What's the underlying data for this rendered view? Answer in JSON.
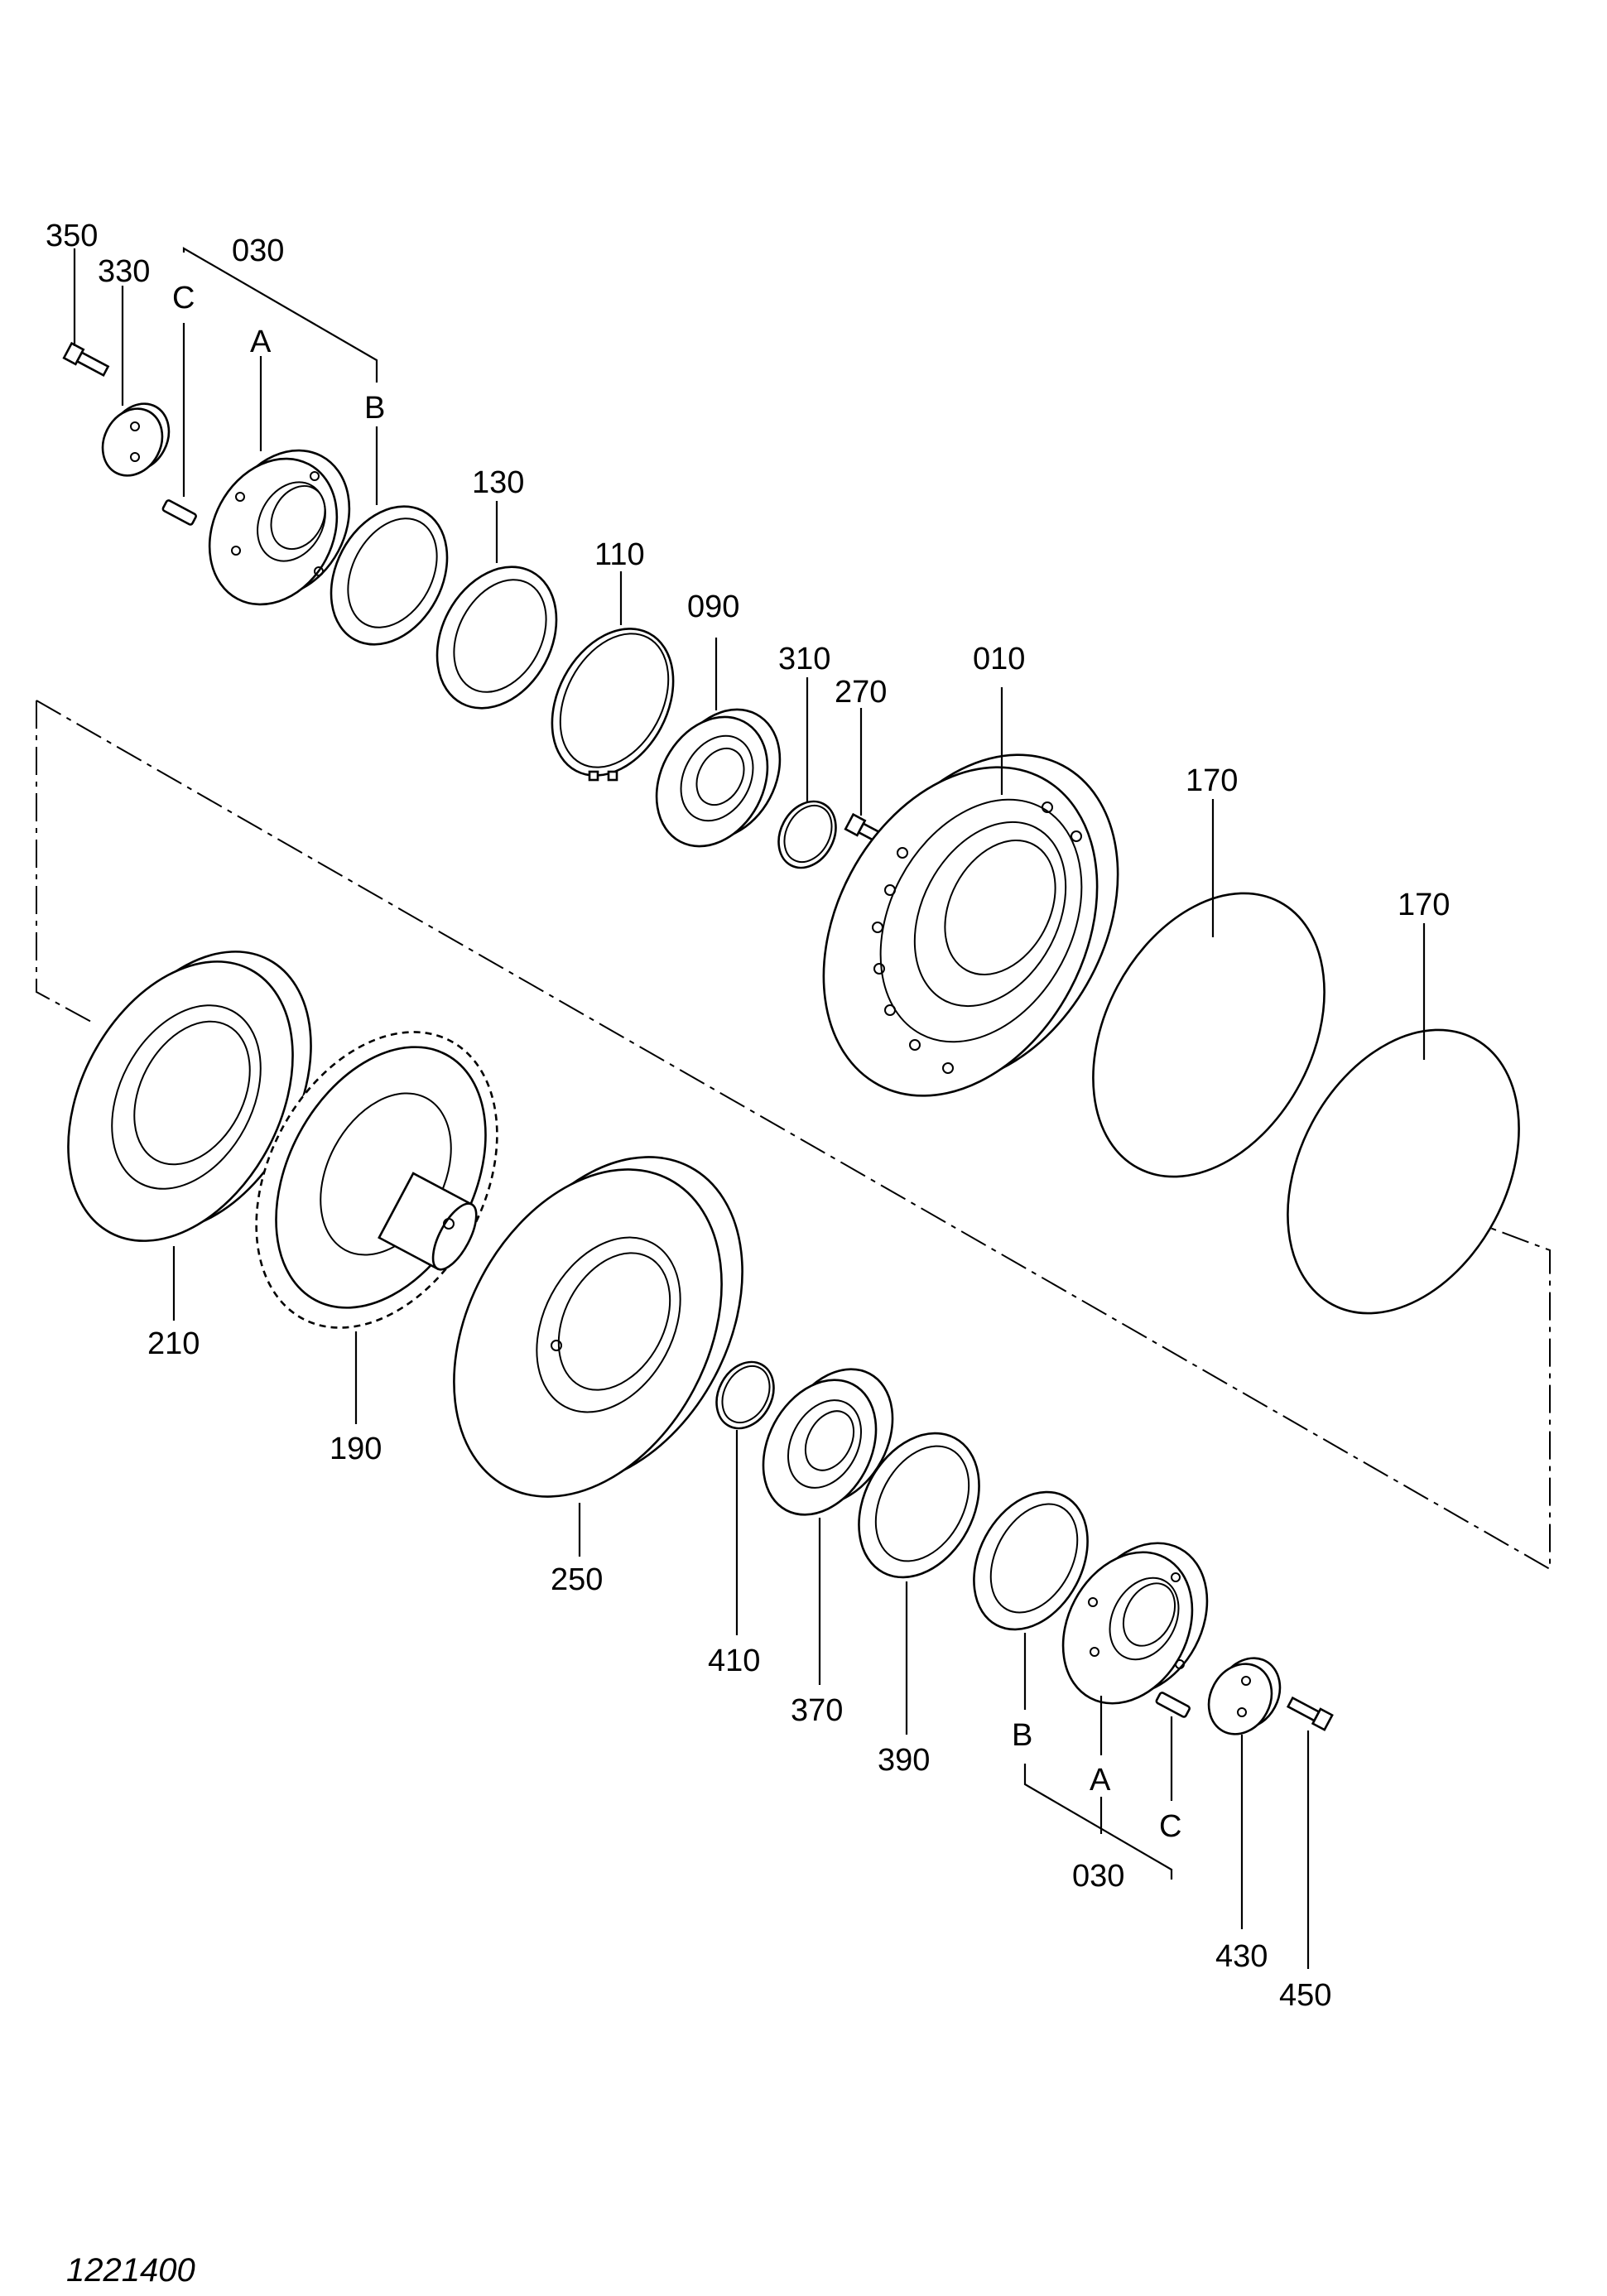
{
  "figure_number": "1221400",
  "callouts": [
    {
      "id": "c350a",
      "text": "350"
    },
    {
      "id": "c330a",
      "text": "330"
    },
    {
      "id": "c030a",
      "text": "030"
    },
    {
      "id": "cCa",
      "text": "C"
    },
    {
      "id": "cAa",
      "text": "A"
    },
    {
      "id": "cBa",
      "text": "B"
    },
    {
      "id": "c130",
      "text": "130"
    },
    {
      "id": "c110",
      "text": "110"
    },
    {
      "id": "c090",
      "text": "090"
    },
    {
      "id": "c310",
      "text": "310"
    },
    {
      "id": "c270",
      "text": "270"
    },
    {
      "id": "c010",
      "text": "010"
    },
    {
      "id": "c170a",
      "text": "170"
    },
    {
      "id": "c170b",
      "text": "170"
    },
    {
      "id": "c210",
      "text": "210"
    },
    {
      "id": "c190",
      "text": "190"
    },
    {
      "id": "c250",
      "text": "250"
    },
    {
      "id": "c410",
      "text": "410"
    },
    {
      "id": "c370",
      "text": "370"
    },
    {
      "id": "c390",
      "text": "390"
    },
    {
      "id": "cBb",
      "text": "B"
    },
    {
      "id": "cAb",
      "text": "A"
    },
    {
      "id": "cCb",
      "text": "C"
    },
    {
      "id": "c030b",
      "text": "030"
    },
    {
      "id": "c430",
      "text": "430"
    },
    {
      "id": "c450",
      "text": "450"
    }
  ]
}
